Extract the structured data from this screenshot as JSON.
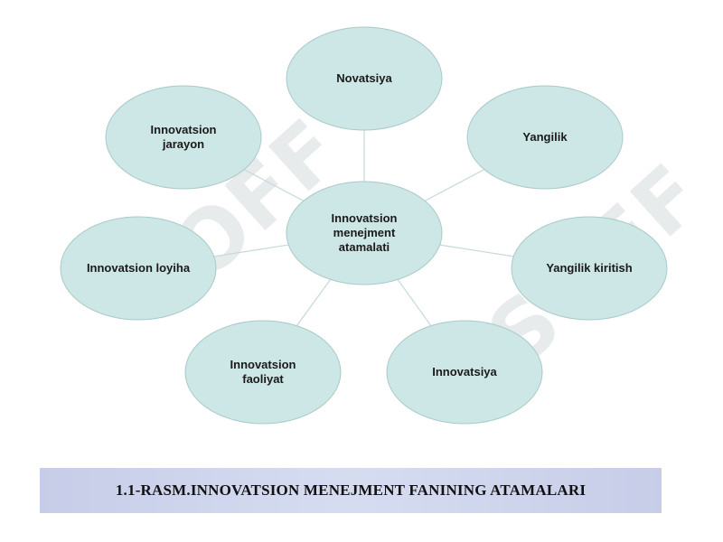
{
  "diagram": {
    "center": {
      "label": "Innovatsion\nmenejment\natamalati"
    },
    "nodes": [
      {
        "id": "novatsiya",
        "label": "Novatsiya"
      },
      {
        "id": "yangilik",
        "label": "Yangilik"
      },
      {
        "id": "yangilik-kiritish",
        "label": "Yangilik kiritish"
      },
      {
        "id": "innovatsiya",
        "label": "Innovatsiya"
      },
      {
        "id": "innovatsion-faoliyat",
        "label": "Innovatsion\nfaoliyat"
      },
      {
        "id": "innovatsion-loyiha",
        "label": "Innovatsion loyiha"
      },
      {
        "id": "innovatsion-jarayon",
        "label": "Innovatsion\njarayon"
      }
    ],
    "colors": {
      "node_fill": "#cde6e6",
      "node_stroke": "#a9c9c9",
      "connector": "#c6d8d8"
    }
  },
  "watermark": {
    "text": "SOFF"
  },
  "caption": {
    "text": "1.1-RASM.INNOVATSION MENEJMENT FANINING ATAMALARI"
  }
}
